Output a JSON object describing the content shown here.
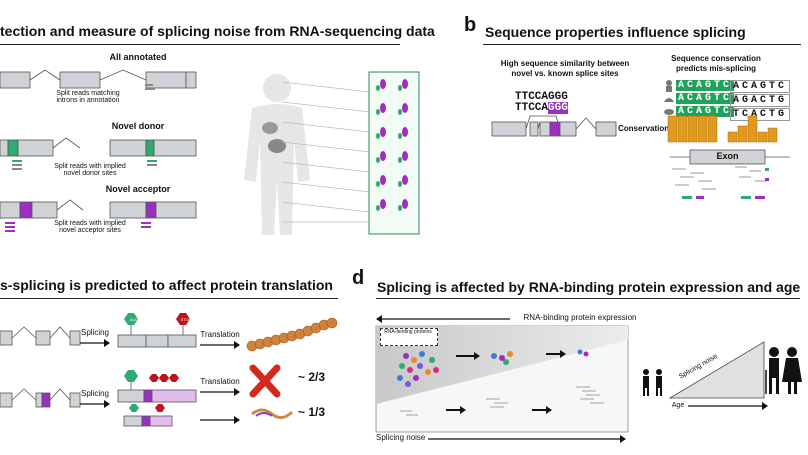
{
  "panel_a": {
    "title": "tection and measure of splicing noise from RNA-sequencing data",
    "rows": [
      {
        "heading": "All annotated",
        "caption_1": "Split reads matching",
        "caption_2": "introns in annotation"
      },
      {
        "heading": "Novel donor",
        "caption_1": "Split reads with implied",
        "caption_2": "novel donor sites"
      },
      {
        "heading": "Novel acceptor",
        "caption_1": "Split reads with implied",
        "caption_2": "novel acceptor sites"
      }
    ]
  },
  "panel_b": {
    "letter": "b",
    "title": "Sequence properties influence splicing",
    "similarity_label_1": "High sequence similarity between",
    "similarity_label_2": "novel vs. known splice sites",
    "seq_1": "TTCCAGGG",
    "seq_2_prefix": "TTCCA",
    "seq_2_highlight": "GGG",
    "conservation_title_1": "Sequence conservation",
    "conservation_title_2": "predicts mis-splicing",
    "conservation_label": "Conservation",
    "exon_label": "Exon",
    "grid_left": [
      "ACAGTC",
      "ACAGTC",
      "ACAGTC"
    ],
    "grid_right": [
      "ACAGTC",
      "AGACTG",
      "TCACTG"
    ]
  },
  "panel_c": {
    "title": "s-splicing is predicted to affect protein translation",
    "splicing_label": "Splicing",
    "translation_label": "Translation",
    "fraction_top": "~ 2/3",
    "fraction_bottom": "~ 1/3",
    "start_codon": "AUG",
    "stop_codon": "STOP"
  },
  "panel_d": {
    "letter": "d",
    "title": "Splicing is affected by RNA-binding protein expression and age",
    "rbp_axis_label": "RNA-binding protein expression",
    "rbp_box_label": "RNA-binding proteins",
    "noise_axis_label": "Splicing noise",
    "age_noise_label": "Splicing noise",
    "age_label": "Age"
  },
  "colors": {
    "exon": "#cfd3d8",
    "donor": "#2eaa73",
    "acceptor": "#9b2fc0",
    "conservation": "#e19a1f",
    "stop": "#c0121b",
    "protein": "#d0823a"
  }
}
